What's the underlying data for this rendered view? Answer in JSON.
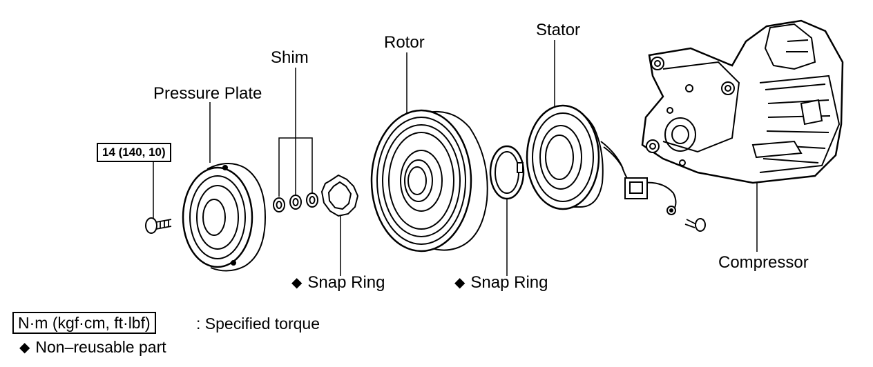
{
  "labels": {
    "shim": "Shim",
    "rotor": "Rotor",
    "stator": "Stator",
    "pressure_plate": "Pressure Plate",
    "torque_spec": "14 (140, 10)",
    "compressor": "Compressor",
    "snap_ring_left": "Snap Ring",
    "snap_ring_right": "Snap Ring"
  },
  "legend": {
    "torque_unit": "N·m (kgf·cm, ft·lbf)",
    "torque_desc": ": Specified torque",
    "non_reusable": "Non–reusable part"
  },
  "icons": {
    "non_reusable_marker": "black-diamond"
  }
}
